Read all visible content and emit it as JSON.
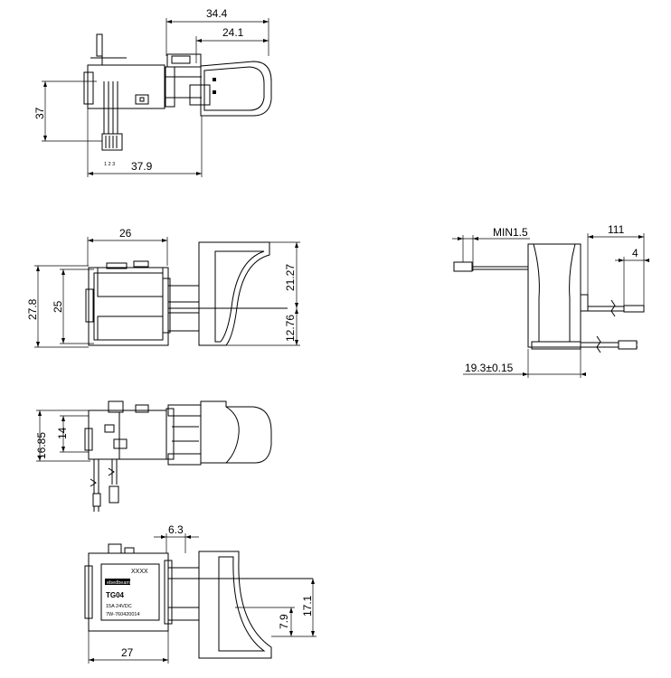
{
  "views": {
    "top": {
      "dim_overall_width": "34.4",
      "dim_actuator": "24.1",
      "dim_height": "37",
      "dim_length": "37.9",
      "pin_numbers": "1 2 3"
    },
    "front": {
      "dim_width": "26",
      "dim_height_outer": "27.8",
      "dim_height_inner": "25",
      "dim_trigger_upper": "21.27",
      "dim_trigger_lower": "12.76"
    },
    "right": {
      "dim_min": "MIN1.5",
      "dim_lead": "111",
      "dim_strip": "4",
      "dim_body": "19.3±0.15"
    },
    "side": {
      "dim_outer": "16.85",
      "dim_inner": "14"
    },
    "bottom": {
      "dim_offset": "6.3",
      "dim_trigger": "17.1",
      "dim_mid": "7.9",
      "dim_width": "27",
      "label_code": "XXXX",
      "label_brand": "ebedbeam",
      "label_model": "TG04",
      "label_rating": "15A 24VDC",
      "label_date": "7W-760420014"
    }
  }
}
